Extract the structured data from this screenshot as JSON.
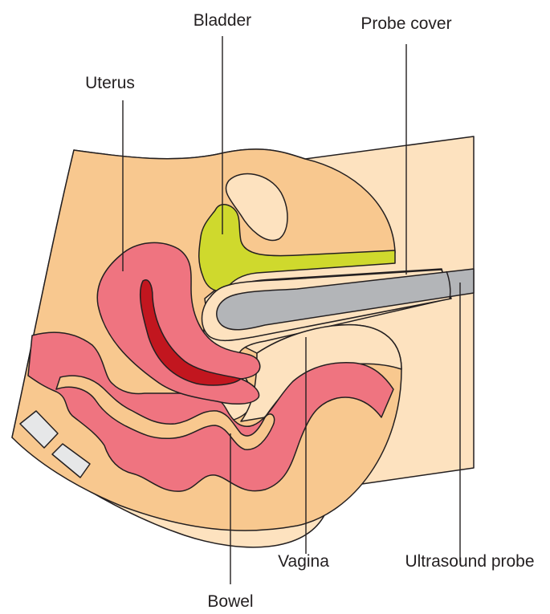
{
  "labels": {
    "bladder": "Bladder",
    "probe_cover": "Probe cover",
    "uterus": "Uterus",
    "vagina": "Vagina",
    "ultrasound_probe": "Ultrasound probe",
    "bowel": "Bowel"
  },
  "colors": {
    "body_light": "#fde2bf",
    "body_dark": "#f8c88f",
    "uterus": "#ef7480",
    "uterine_cavity": "#c2161f",
    "bowel": "#ef7480",
    "bladder": "#cfd92d",
    "probe": "#b3b5b8",
    "probe_cover": "#fde2bf",
    "bone": "#e6e7e8",
    "outline": "#231f20"
  }
}
